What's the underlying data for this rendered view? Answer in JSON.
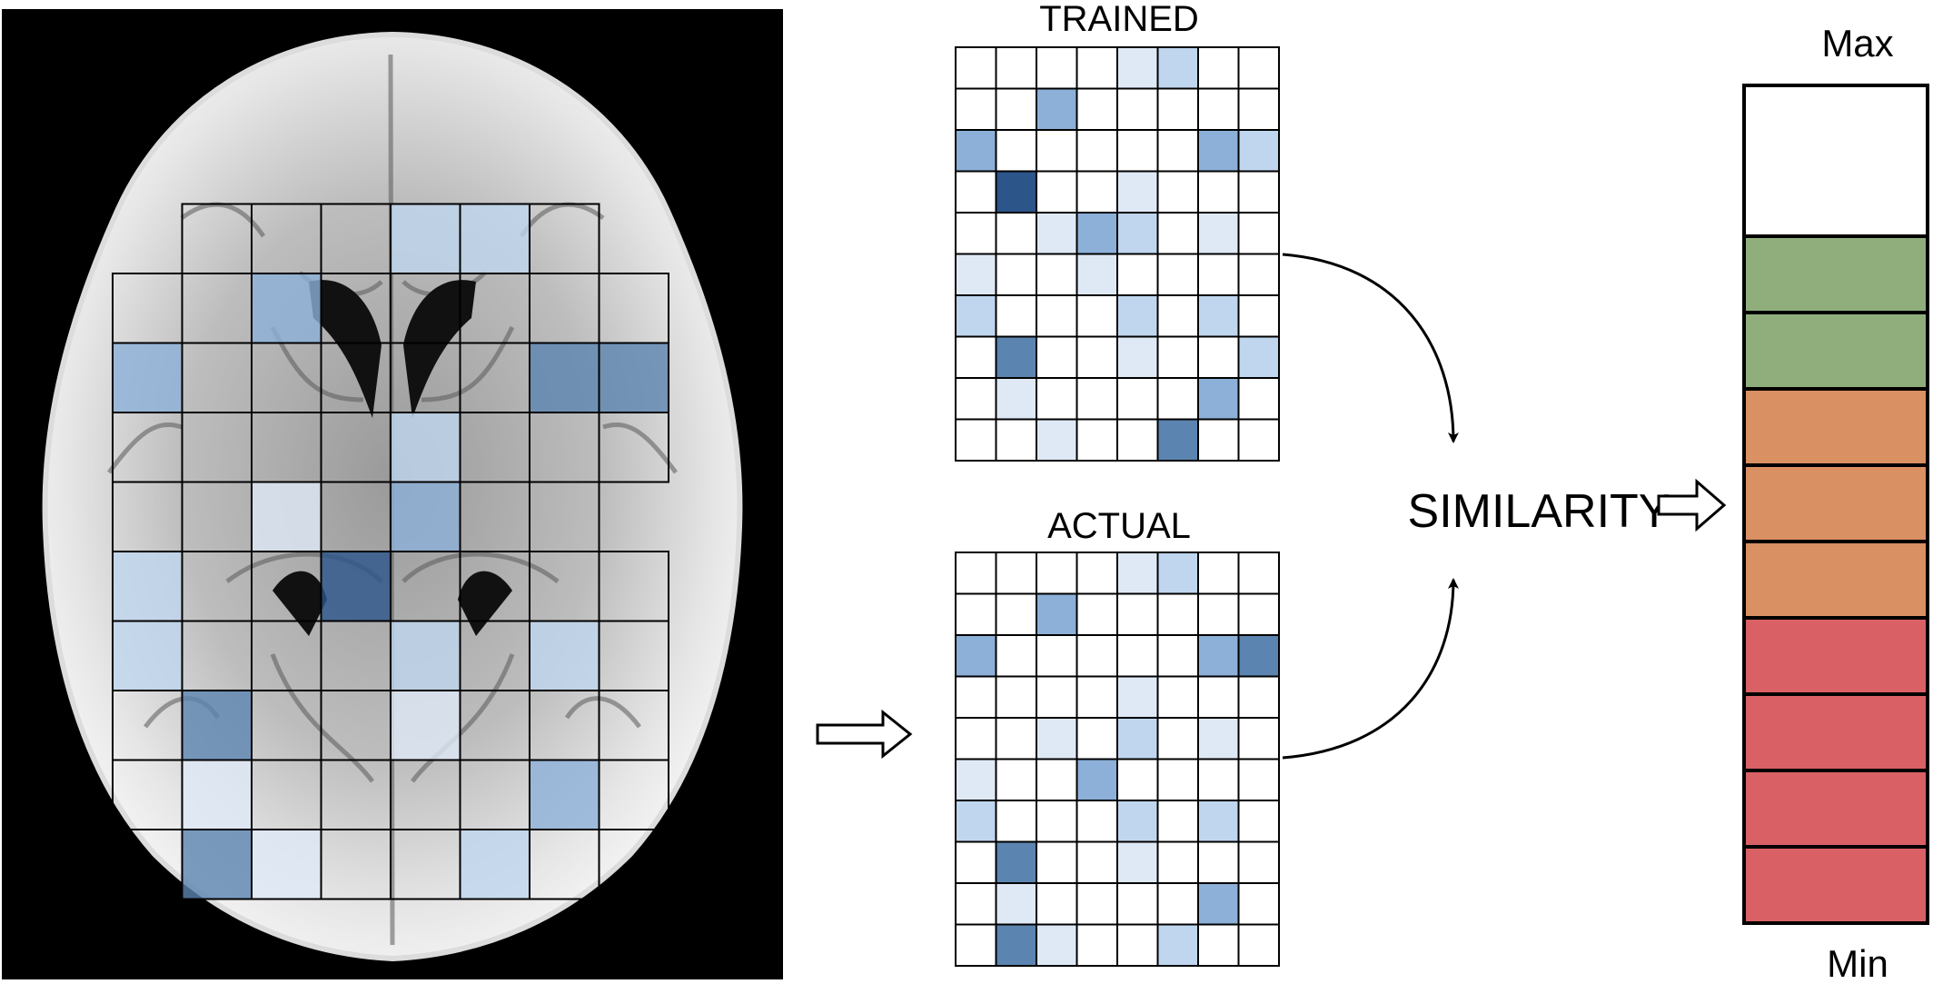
{
  "labels": {
    "trained": "TRAINED",
    "actual": "ACTUAL",
    "similarity": "SIMILARITY",
    "max": "Max",
    "min": "Min"
  },
  "colors": {
    "background": "#ffffff",
    "brain_background": "#000000",
    "grid_line": "#000000",
    "blue_scale": [
      "#ffffff",
      "#dfe9f6",
      "#bfd6ee",
      "#8cb0d8",
      "#5b85b0",
      "#2c5589"
    ],
    "scale_green": "#8fae7c",
    "scale_orange": "#d99063",
    "scale_red": "#d96165"
  },
  "brain_grid": {
    "cells": [
      [
        null,
        null,
        null,
        null,
        null,
        null,
        null,
        null
      ],
      [
        null,
        0,
        0,
        0,
        2,
        2,
        0,
        null
      ],
      [
        0,
        0,
        3,
        0,
        0,
        0,
        0,
        0
      ],
      [
        3,
        0,
        0,
        0,
        0,
        0,
        4,
        4
      ],
      [
        0,
        0,
        0,
        0,
        2,
        0,
        0,
        0
      ],
      [
        0,
        0,
        1,
        0,
        3,
        0,
        0,
        null
      ],
      [
        2,
        0,
        0,
        5,
        0,
        0,
        0,
        0
      ],
      [
        2,
        0,
        0,
        0,
        2,
        0,
        2,
        0
      ],
      [
        0,
        4,
        0,
        0,
        1,
        0,
        0,
        0
      ],
      [
        0,
        1,
        0,
        0,
        0,
        0,
        3,
        0
      ],
      [
        null,
        4,
        1,
        0,
        0,
        2,
        0,
        0
      ]
    ]
  },
  "trained_matrix": {
    "cells": [
      [
        0,
        0,
        0,
        0,
        1,
        2,
        0,
        0
      ],
      [
        0,
        0,
        3,
        0,
        0,
        0,
        0,
        0
      ],
      [
        3,
        0,
        0,
        0,
        0,
        0,
        3,
        2
      ],
      [
        0,
        5,
        0,
        0,
        1,
        0,
        0,
        0
      ],
      [
        0,
        0,
        1,
        3,
        2,
        0,
        1,
        0
      ],
      [
        1,
        0,
        0,
        1,
        0,
        0,
        0,
        0
      ],
      [
        2,
        0,
        0,
        0,
        2,
        0,
        2,
        0
      ],
      [
        0,
        4,
        0,
        0,
        1,
        0,
        0,
        2
      ],
      [
        0,
        1,
        0,
        0,
        0,
        0,
        3,
        0
      ],
      [
        0,
        0,
        1,
        0,
        0,
        4,
        0,
        0
      ]
    ]
  },
  "actual_matrix": {
    "cells": [
      [
        0,
        0,
        0,
        0,
        1,
        2,
        0,
        0
      ],
      [
        0,
        0,
        3,
        0,
        0,
        0,
        0,
        0
      ],
      [
        3,
        0,
        0,
        0,
        0,
        0,
        3,
        4
      ],
      [
        0,
        0,
        0,
        0,
        1,
        0,
        0,
        0
      ],
      [
        0,
        0,
        1,
        0,
        2,
        0,
        1,
        0
      ],
      [
        1,
        0,
        0,
        3,
        0,
        0,
        0,
        0
      ],
      [
        2,
        0,
        0,
        0,
        2,
        0,
        2,
        0
      ],
      [
        0,
        4,
        0,
        0,
        1,
        0,
        0,
        0
      ],
      [
        0,
        1,
        0,
        0,
        0,
        0,
        3,
        0
      ],
      [
        0,
        4,
        1,
        0,
        0,
        2,
        0,
        0
      ]
    ]
  },
  "similarity_scale": {
    "levels": [
      "white",
      "green",
      "green",
      "orange",
      "orange",
      "orange",
      "red",
      "red",
      "red",
      "red"
    ]
  },
  "icons": {
    "input_arrow": "right-hollow-arrow-icon",
    "output_arrow": "right-hollow-arrow-icon",
    "connector": "curved-arrow-icon"
  }
}
